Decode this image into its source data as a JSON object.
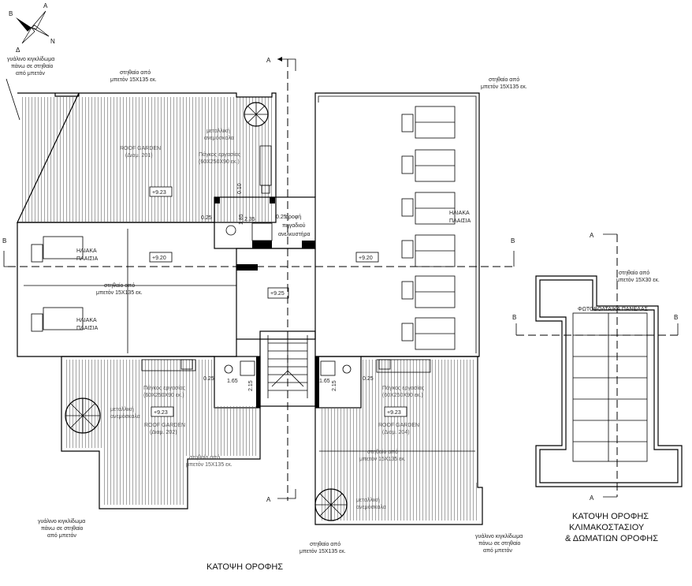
{
  "compass": {
    "n1": "A",
    "n2": "B",
    "n3": "N",
    "n4": "Δ"
  },
  "section_marks": {
    "a": "A",
    "b": "B"
  },
  "notes": {
    "glass_railing": [
      "γυάλινο κιγκλίδωμα",
      "πάνω σε στηθαίο",
      "από μπετόν"
    ],
    "parapet": [
      "στηθαίο από",
      "μπετόν 15X135 εκ."
    ],
    "parapet_small": [
      "στηθαίο από",
      "μπετόν 15X30 εκ."
    ],
    "spiral_stair": [
      "μεταλλική",
      "ανεμόσκαλα"
    ],
    "workbench": [
      "Πάγκος εργασίας",
      "(60X250X90 εκ.)"
    ],
    "elevator_shaft": [
      "οροφή",
      "πηγαδιού",
      "ανελκυστήρα"
    ],
    "solar_panels": [
      "ΗΛΙΑΚΑ",
      "ΠΛΑΙΣΙΑ"
    ],
    "pv_panels": "ΦΩΤΟΒΟΛΤΑΪΚΑ ΠΑΝΕΛΑΣ"
  },
  "gardens": {
    "g201": [
      "ROOF GARDEN",
      "(Διαμ. 201)"
    ],
    "g202": [
      "ROOF GARDEN",
      "(Διαμ. 202)"
    ],
    "g204": [
      "ROOF GARDEN",
      "(Διαμ. 204)"
    ]
  },
  "levels": {
    "garden": "+9.23",
    "terrace": "+9.20",
    "corridor": "+9.25"
  },
  "dimensions": {
    "d025": "0.25",
    "d235": "2.35",
    "d185": "1.85",
    "d010": "0.10",
    "d165": "1.65",
    "d215": "2.15"
  },
  "titles": {
    "main": "ΚΑΤΟΨΗ ΟΡΟΦΗΣ",
    "secondary": [
      "ΚΑΤΟΨΗ ΟΡΟΦΗΣ",
      "ΚΛΙΜΑΚΟΣΤΑΣΙΟΥ",
      "& ΔΩΜΑΤΙΩΝ ΟΡΟΦΗΣ"
    ]
  }
}
